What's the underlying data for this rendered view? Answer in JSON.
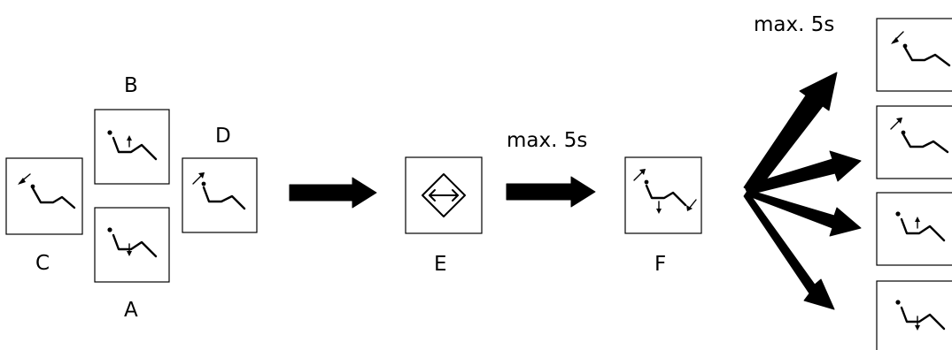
{
  "labels": {
    "a": "A",
    "b": "B",
    "c": "C",
    "d": "D",
    "e": "E",
    "f": "F"
  },
  "timing": {
    "middle": "max. 5s",
    "right": "max. 5s"
  }
}
